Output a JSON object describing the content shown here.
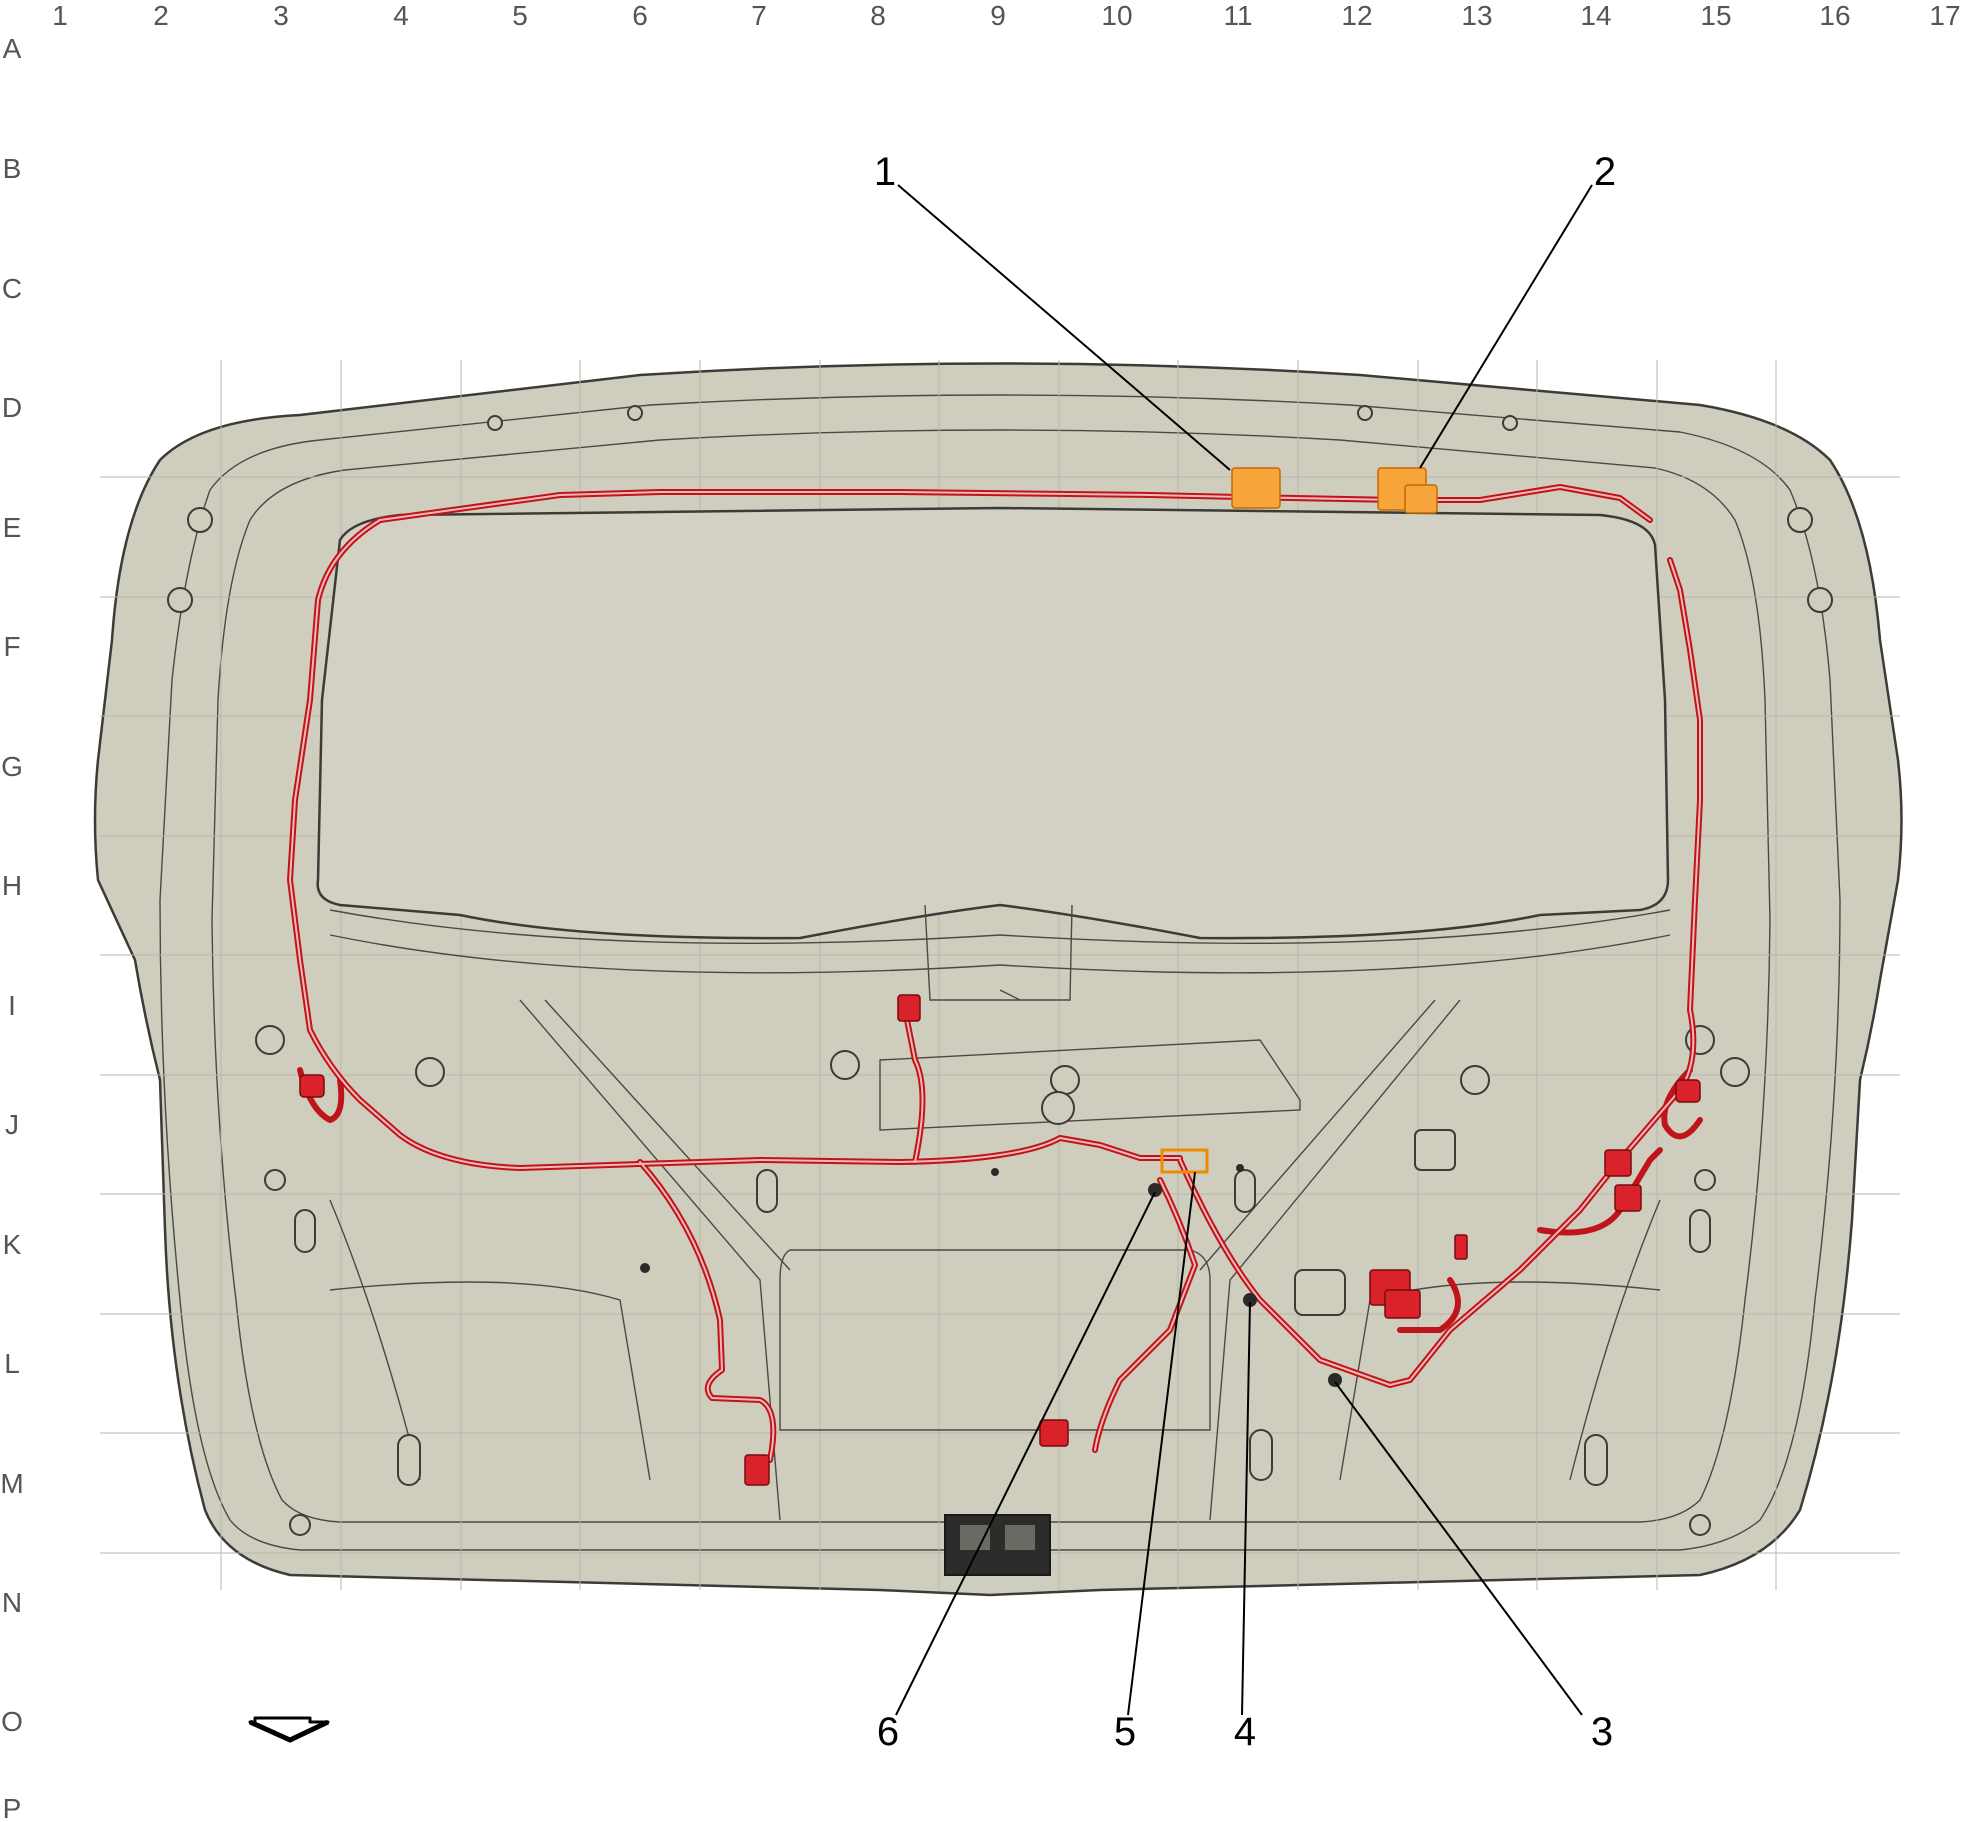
{
  "grid": {
    "columns": [
      "1",
      "2",
      "3",
      "4",
      "5",
      "6",
      "7",
      "8",
      "9",
      "10",
      "11",
      "12",
      "13",
      "14",
      "15",
      "16",
      "17"
    ],
    "rows": [
      "A",
      "B",
      "C",
      "D",
      "E",
      "F",
      "G",
      "H",
      "I",
      "J",
      "K",
      "L",
      "M",
      "N",
      "O",
      "P"
    ]
  },
  "callouts": [
    {
      "id": "1",
      "label": "1"
    },
    {
      "id": "2",
      "label": "2"
    },
    {
      "id": "3",
      "label": "3"
    },
    {
      "id": "4",
      "label": "4"
    },
    {
      "id": "5",
      "label": "5"
    },
    {
      "id": "6",
      "label": "6"
    }
  ],
  "colors": {
    "panel": "#cfcdbd",
    "harness": "#c0141b",
    "connector_highlight": "#f7a53b",
    "outline": "#3b3b38"
  },
  "icons": {
    "direction_arrow": "down-arrow-icon"
  }
}
